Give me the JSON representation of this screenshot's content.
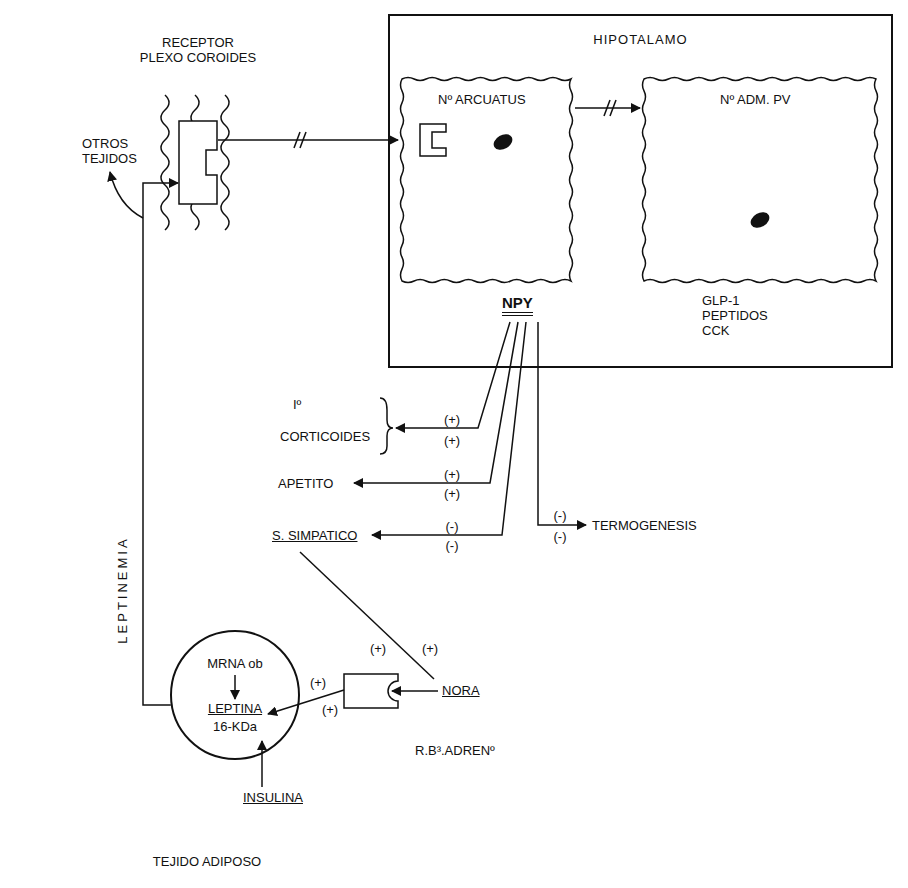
{
  "diagram": {
    "nodes": [
      {
        "text": [
          "RECEPTOR PLEXO COROIDES"
        ]
      },
      {
        "text": [
          "HIPOTALAMO",
          "NPY",
          "GLP-1 PEPTIDOS CCK"
        ]
      },
      {
        "text": [
          "Nº ARCUATUS"
        ],
        "in": 1
      },
      {
        "text": [
          "Nº ADM. PV"
        ],
        "in": 1
      },
      {
        "text": [
          "MRNA ob",
          "LEPTINA",
          "16-KDa",
          "TEJIDO ADIPOSO"
        ]
      }
    ],
    "edges": [
      {
        "from": 0,
        "to": 2,
        "arrow": "to"
      },
      {
        "from": 2,
        "to": 3,
        "arrow": "to"
      },
      {
        "from": 4,
        "to": 0,
        "label": "LEPTINEMIA",
        "arrow": "to"
      }
    ],
    "labels": [
      "OTROS TEJIDOS",
      "Iº",
      "CORTICOIDES",
      "(+)",
      "(+)",
      "APETITO",
      "(+)",
      "(+)",
      "S. SIMPATICO",
      "(-)",
      "(-)",
      "TERMOGENESIS",
      "(-)",
      "(-)",
      "(+)",
      "(+)",
      "NORA",
      "R.B³.ADRENº",
      "(+)",
      "(+)",
      "INSULINA"
    ]
  }
}
